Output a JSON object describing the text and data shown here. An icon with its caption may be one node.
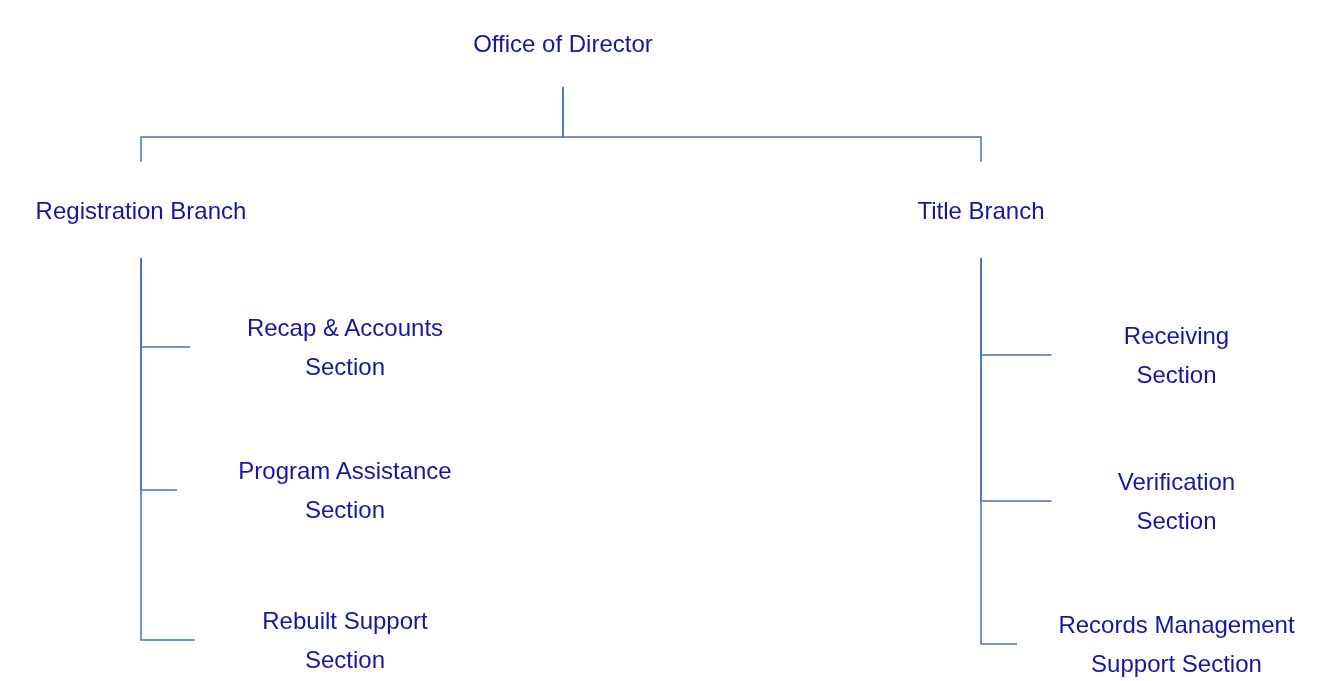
{
  "diagram": {
    "nodes": [
      {
        "text": [
          "Office of Director"
        ]
      },
      {
        "text": [
          "Registration Branch"
        ]
      },
      {
        "text": [
          "Title Branch"
        ]
      },
      {
        "text": [
          "Recap & Accounts Section"
        ]
      },
      {
        "text": [
          "Program Assistance Section"
        ]
      },
      {
        "text": [
          "Rebuilt Support Section"
        ]
      },
      {
        "text": [
          "Receiving Section"
        ]
      },
      {
        "text": [
          "Verification Section"
        ]
      },
      {
        "text": [
          "Records Management Support Section"
        ]
      }
    ],
    "edges": [
      {
        "from": 0,
        "to": 1,
        "arrow": "none"
      },
      {
        "from": 0,
        "to": 2,
        "arrow": "none"
      },
      {
        "from": 1,
        "to": 3,
        "arrow": "none"
      },
      {
        "from": 1,
        "to": 4,
        "arrow": "none"
      },
      {
        "from": 1,
        "to": 5,
        "arrow": "none"
      },
      {
        "from": 2,
        "to": 6,
        "arrow": "none"
      },
      {
        "from": 2,
        "to": 7,
        "arrow": "none"
      },
      {
        "from": 2,
        "to": 8,
        "arrow": "none"
      }
    ]
  }
}
